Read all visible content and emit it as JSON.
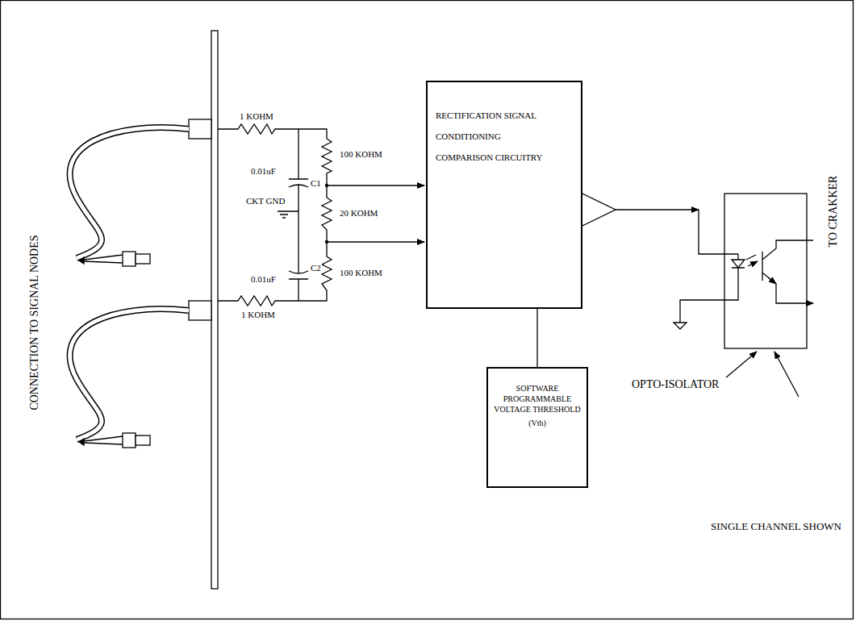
{
  "diagram": {
    "nodes": [
      {
        "text": [
          "RECTIFICATION SIGNAL CONDITIONING COMPARISON CIRCUITRY"
        ]
      },
      {
        "text": [
          "SOFTWARE PROGRAMMABLE VOLTAGE THRESHOLD",
          "(Vth)"
        ]
      }
    ],
    "edges": [
      {
        "from": 1,
        "to": 0,
        "arrow": "none"
      }
    ],
    "labels": [
      "CONNECTION TO SIGNAL NODES",
      "1 KOHM",
      "0.01uF",
      "C1",
      "100 KOHM",
      "CKT GND",
      "20 KOHM",
      "C2",
      "0.01uF",
      "100 KOHM",
      "1 KOHM",
      "OPTO-ISOLATOR",
      "TO CRAKKER",
      "SINGLE CHANNEL SHOWN"
    ]
  }
}
